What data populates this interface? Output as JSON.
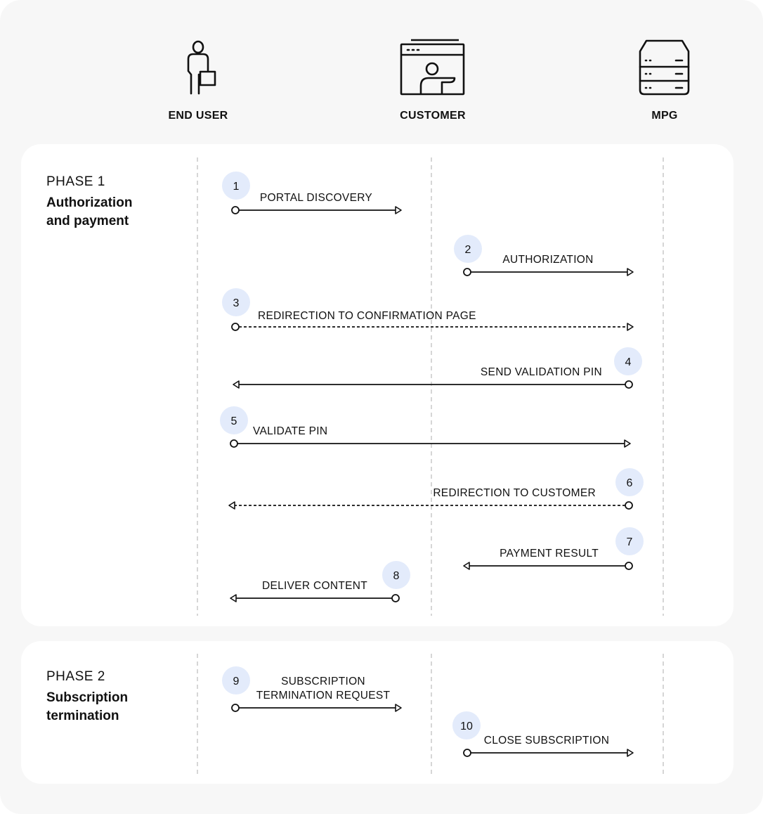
{
  "actors": [
    {
      "id": "end-user",
      "label": "END USER",
      "icon": "person-with-box-icon"
    },
    {
      "id": "customer",
      "label": "CUSTOMER",
      "icon": "browser-window-user-icon"
    },
    {
      "id": "mpg",
      "label": "MPG",
      "icon": "server-rack-icon"
    }
  ],
  "phases": [
    {
      "number": "PHASE 1",
      "title": [
        "Authorization",
        "and payment"
      ]
    },
    {
      "number": "PHASE 2",
      "title": [
        "Subscription",
        "termination"
      ]
    }
  ],
  "steps": [
    {
      "number": "1",
      "label": [
        "PORTAL DISCOVERY"
      ],
      "from": "end-user",
      "to": "customer",
      "style": "solid"
    },
    {
      "number": "2",
      "label": [
        "AUTHORIZATION"
      ],
      "from": "customer",
      "to": "mpg",
      "style": "solid"
    },
    {
      "number": "3",
      "label": [
        "REDIRECTION TO CONFIRMATION PAGE"
      ],
      "from": "end-user",
      "to": "mpg",
      "style": "dashed"
    },
    {
      "number": "4",
      "label": [
        "SEND VALIDATION PIN"
      ],
      "from": "mpg",
      "to": "end-user",
      "style": "solid"
    },
    {
      "number": "5",
      "label": [
        "VALIDATE PIN"
      ],
      "from": "end-user",
      "to": "mpg",
      "style": "solid"
    },
    {
      "number": "6",
      "label": [
        "REDIRECTION TO CUSTOMER"
      ],
      "from": "mpg",
      "to": "end-user",
      "style": "dashed"
    },
    {
      "number": "7",
      "label": [
        "PAYMENT RESULT"
      ],
      "from": "mpg",
      "to": "customer",
      "style": "solid"
    },
    {
      "number": "8",
      "label": [
        "DELIVER CONTENT"
      ],
      "from": "customer",
      "to": "end-user",
      "style": "solid"
    },
    {
      "number": "9",
      "label": [
        "SUBSCRIPTION",
        "TERMINATION REQUEST"
      ],
      "from": "end-user",
      "to": "customer",
      "style": "solid"
    },
    {
      "number": "10",
      "label": [
        "CLOSE SUBSCRIPTION"
      ],
      "from": "customer",
      "to": "mpg",
      "style": "solid"
    }
  ],
  "colors": {
    "page_background": "#f7f7f7",
    "panel_background": "#ffffff",
    "badge_fill": "#e3ebfb",
    "line": "#111111",
    "lifeline": "#cccccc"
  }
}
